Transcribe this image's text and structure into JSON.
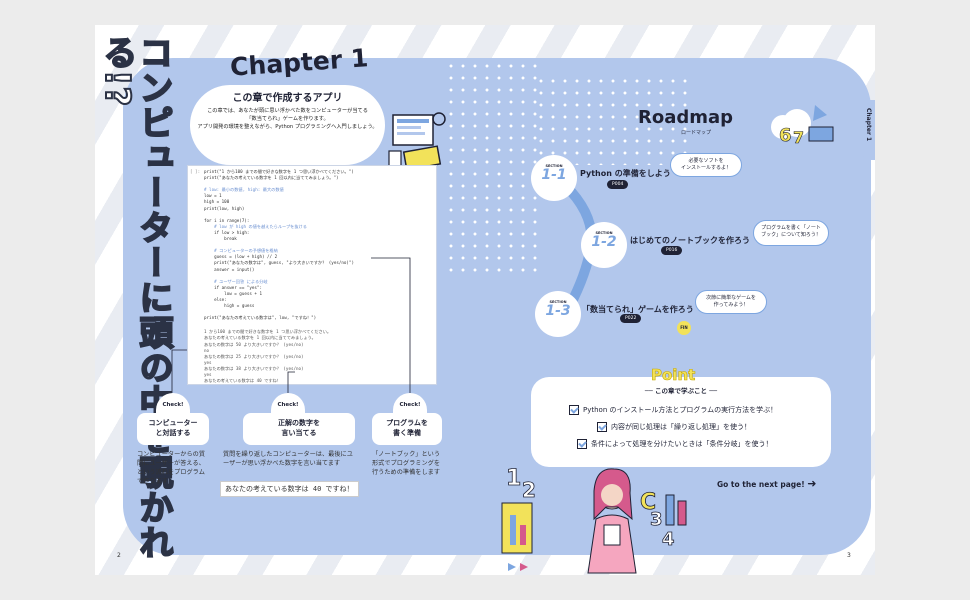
{
  "left_page": {
    "vertical_title": "コンピューターに頭の中を覗かれる!?",
    "chapter_label": "Chapter 1",
    "app_heading": "この章で作成するアプリ",
    "app_desc_1": "この章では、あなたが頭に思い浮かべた数をコンピューターが当てる",
    "app_desc_2": "「数当てられ」ゲームを作ります。",
    "app_desc_3": "アプリ開発の環境を整えながら、Python プログラミングへ入門しましょう。",
    "code_prompt": "[ ]:",
    "code_lines": [
      "print(\"1 から100 までの間で好きな数字を 1 つ思い浮かべてください。\")",
      "print(\"あなたの考えている数字を 1 回以内に当ててみましょう。\")",
      "",
      "# low: 最小の数値, high: 最大の数値",
      "low = 1",
      "high = 100",
      "print(low, high)",
      "",
      "for i in range(7):",
      "    # low が high の値を越えたらループを抜ける",
      "    if low > high:",
      "        break",
      "",
      "    # コンピューターの予想値を格納",
      "    guess = (low + high) // 2",
      "    print(\"あなたの数字は\", guess, \"より大きいですか？ (yes/no)\")",
      "    answer = input()",
      "",
      "    # ユーザー回答 による分岐",
      "    if answer == \"yes\":",
      "        low = guess + 1",
      "    else:",
      "        high = guess",
      "",
      "print(\"あなたの考えている数字は\", low, \"ですね！\")"
    ],
    "output_lines": [
      "1 から100 までの間で好きな数字を 1 つ思い浮かべてください。",
      "あなたの考えている数字を 1 回以内に当ててみましょう。",
      "あなたの数字は 50 より大きいですか？ (yes/no)",
      "no",
      "あなたの数字は 25 より大きいですか？ (yes/no)",
      "yes",
      "あなたの数字は 38 より大きいですか？ (yes/no)",
      "yes",
      "あなたの考えている数字は 40 ですね！"
    ],
    "check_label": "Check!",
    "cards": [
      {
        "title_1": "コンピューター",
        "title_2": "と対話する",
        "desc": "コンピューターからの質問にユーザーが答える、という流れをプログラムで作ります"
      },
      {
        "title_1": "正解の数字を",
        "title_2": "言い当てる",
        "desc": "質問を繰り返したコンピューターは、最後にユーザーが思い浮かべた数字を言い当てます"
      },
      {
        "title_1": "プログラムを",
        "title_2": "書く準備",
        "desc": "「ノートブック」という形式でプログラミングを行うための準備をします"
      }
    ],
    "inline_answer": "あなたの考えている数字は 40 ですね！",
    "page_number": "2"
  },
  "right_page": {
    "roadmap_title": "Roadmap",
    "roadmap_sub": "ロードマップ",
    "section_label": "SECTION",
    "sections": [
      {
        "num": "1-1",
        "title": "Python の準備をしよう",
        "page": "P004",
        "bubble_1": "必要なソフトを",
        "bubble_2": "インストールするよ！"
      },
      {
        "num": "1-2",
        "title": "はじめてのノートブックを作ろう",
        "page": "P016",
        "bubble_1": "プログラムを書く「ノート",
        "bubble_2": "ブック」について知ろう！"
      },
      {
        "num": "1-3",
        "title": "「数当てられ」ゲームを作ろう",
        "page": "P022",
        "bubble_1": "次節に簡単なゲームを",
        "bubble_2": "作ってみよう！"
      }
    ],
    "fin": "FIN",
    "point_title": "Point",
    "point_head": "── この章で学ぶこと ──",
    "points": [
      "Python のインストール方法とプログラムの実行方法を学ぶ！",
      "内容が同じ処理は「繰り返し処理」を使う！",
      "条件によって処理を分けたいときは「条件分岐」を使う！"
    ],
    "next_page": "Go to the next page!",
    "chapter_tab": "Chapter 1",
    "page_number": "3"
  },
  "colors": {
    "panel": "#b2c7ec",
    "accent": "#7da6e0",
    "dark": "#1f2235",
    "yellow": "#f2e25a"
  }
}
